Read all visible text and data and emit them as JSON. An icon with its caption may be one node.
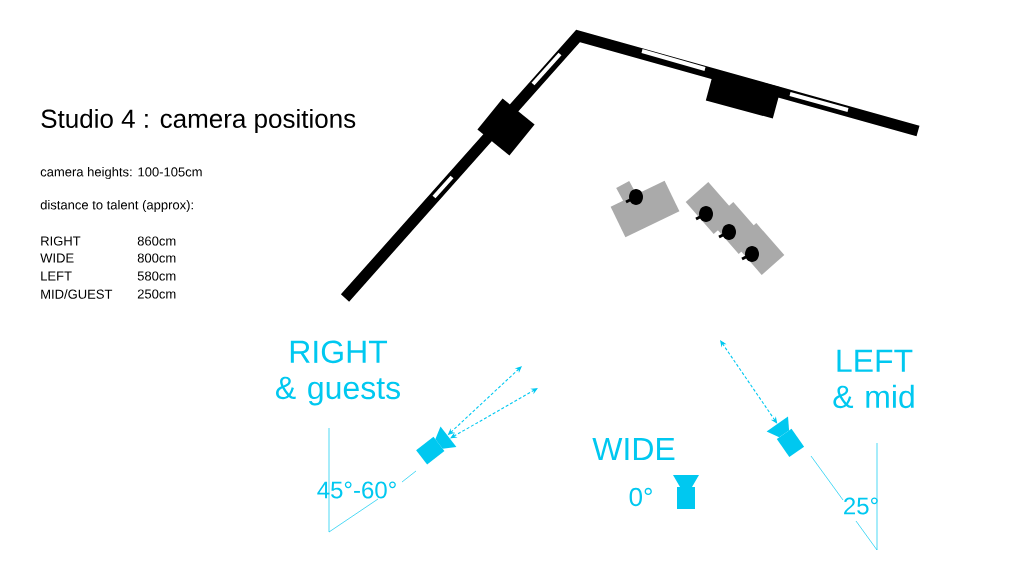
{
  "diagram": {
    "title": "Studio 4 : camera positions",
    "nodes": [
      {
        "text": [],
        "shape": "camera",
        "beside": [
          "RIGHT & guests",
          "45°-60°"
        ]
      },
      {
        "text": [],
        "shape": "camera",
        "beside": [
          "WIDE",
          "0°"
        ]
      },
      {
        "text": [],
        "shape": "camera",
        "beside": [
          "LEFT & mid",
          "25°"
        ]
      }
    ],
    "edges": [
      {
        "from": 0,
        "to": null,
        "arrow": "both",
        "style": "dashed"
      },
      {
        "from": 0,
        "to": null,
        "arrow": "both",
        "style": "dashed"
      },
      {
        "from": 2,
        "to": null,
        "arrow": "both",
        "style": "dashed"
      }
    ],
    "labels": [
      "camera heights: 100-105cm",
      "distance to talent (approx):",
      "RIGHT",
      "860cm",
      "WIDE",
      "800cm",
      "LEFT",
      "580cm",
      "MID/GUEST",
      "250cm"
    ]
  }
}
